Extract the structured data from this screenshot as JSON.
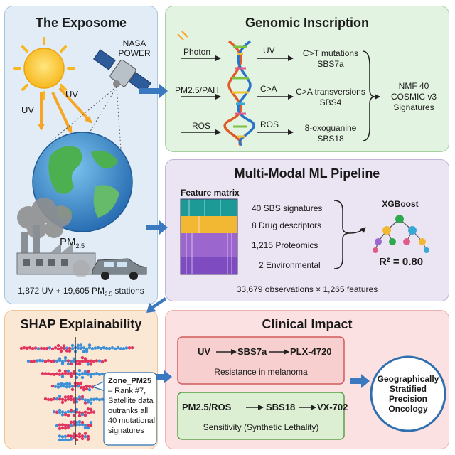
{
  "exposome": {
    "title": "The Exposome",
    "nasa_line1": "NASA",
    "nasa_line2": "POWER",
    "uv_left": "UV",
    "uv_right": "UV",
    "pm_base": "PM",
    "pm_sub": "2.5",
    "stations_a": "1,872 UV + 19,605 PM",
    "stations_sub": "2.5",
    "stations_b": " stations"
  },
  "genomic": {
    "title": "Genomic Inscription",
    "inputs": [
      "Photon",
      "PM2.5/PAH",
      "ROS"
    ],
    "mids": [
      "UV",
      "C>A",
      "ROS"
    ],
    "outputs": [
      {
        "line1": "C>T mutations",
        "line2": "SBS7a"
      },
      {
        "line1": "C>A transversions",
        "line2": "SBS4"
      },
      {
        "line1": "8-oxoguanine",
        "line2": "SBS18"
      }
    ],
    "nmf_line1": "NMF 40",
    "nmf_line2": "COSMIC v3",
    "nmf_line3": "Signatures"
  },
  "ml": {
    "title": "Multi-Modal ML Pipeline",
    "feature_matrix": "Feature matrix",
    "rows": [
      "40 SBS signatures",
      "8 Drug descriptors",
      "1,215 Proteomics",
      "2 Environmental"
    ],
    "model": "XGBoost",
    "r2": "R² = 0.80",
    "footer": "33,679 observations × 1,265 features"
  },
  "shap": {
    "title": "SHAP Explainability",
    "callout_title": "Zone_PM25",
    "callout_lines": [
      "– Rank #7,",
      "Satellite data",
      "outranks all",
      "40 mutational",
      "signatures"
    ]
  },
  "clinical": {
    "title": "Clinical Impact",
    "path1": {
      "a": "UV",
      "b": "SBS7a",
      "c": "PLX-4720",
      "desc": "Resistance in melanoma"
    },
    "path2": {
      "a": "PM2.5/ROS",
      "b": "SBS18",
      "c": "VX-702",
      "desc": "Sensitivity (Synthetic Lethality)"
    },
    "outcome_lines": [
      "Geographically",
      "Stratified",
      "Precision",
      "Oncology"
    ]
  },
  "colors": {
    "exposome_bg": "#e1ecf7",
    "genomic_bg": "#e3f3e1",
    "ml_bg": "#ebe4f3",
    "shap_bg": "#fbe8d4",
    "clinical_bg": "#fbe1e1",
    "accent_blue": "#3a78c0",
    "shap_red": "#e0355f",
    "shap_blue": "#3d8fd6"
  }
}
